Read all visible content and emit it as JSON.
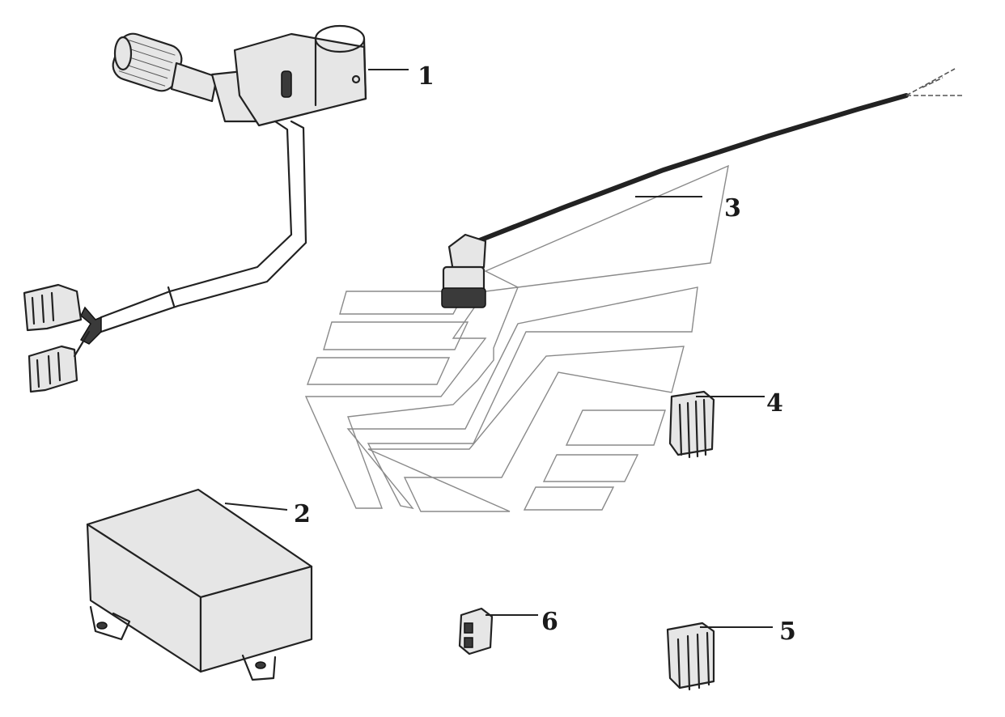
{
  "callouts": [
    {
      "label": "1",
      "part": "switch-assembly"
    },
    {
      "label": "2",
      "part": "control-box"
    },
    {
      "label": "3",
      "part": "sensor-cable"
    },
    {
      "label": "4",
      "part": "connector-large"
    },
    {
      "label": "5",
      "part": "connector-large-2"
    },
    {
      "label": "6",
      "part": "connector-small"
    }
  ]
}
